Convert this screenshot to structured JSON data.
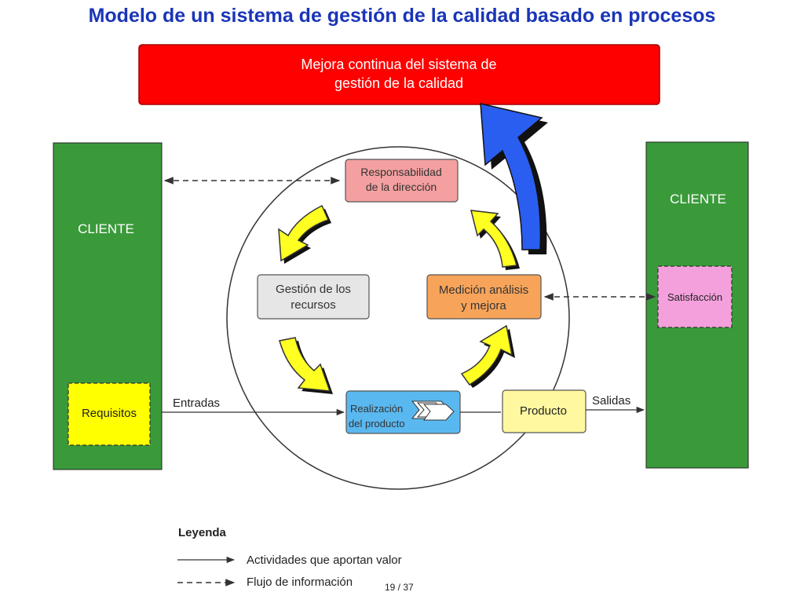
{
  "title": "Modelo de un sistema de gestión de la calidad basado en procesos",
  "top_box": {
    "line1": "Mejora continua del sistema de",
    "line2": "gestión de la calidad"
  },
  "left_client": {
    "label": "CLIENTE",
    "requirements": "Requisitos"
  },
  "right_client": {
    "label": "CLIENTE",
    "satisfaction": "Satisfacción"
  },
  "process": {
    "management": {
      "line1": "Responsabilidad",
      "line2": "de la dirección"
    },
    "resources": {
      "line1": "Gestión de los",
      "line2": "recursos"
    },
    "measurement": {
      "line1": "Medición análisis",
      "line2": "y mejora"
    },
    "realization": {
      "line1": "Realización",
      "line2": "del producto"
    }
  },
  "product": "Producto",
  "inputs_label": "Entradas",
  "outputs_label": "Salidas",
  "legend": {
    "title": "Leyenda",
    "value_activities": "Actividades que aportan valor",
    "information_flow": "Flujo de información"
  },
  "slide_number": "19 / 37",
  "colors": {
    "title": "#1a35b8",
    "top_box": "#ff0000",
    "client": "#3a9a3a",
    "requirements": "#ffff00",
    "satisfaction": "#f4a0dc",
    "management": "#f4a0a0",
    "resources": "#e6e6e6",
    "measurement": "#f7a45a",
    "realization": "#5ab8f0",
    "product": "#fff8a0",
    "cycle_arrow": "#ffff22",
    "improvement_arrow": "#2a5ef0"
  }
}
